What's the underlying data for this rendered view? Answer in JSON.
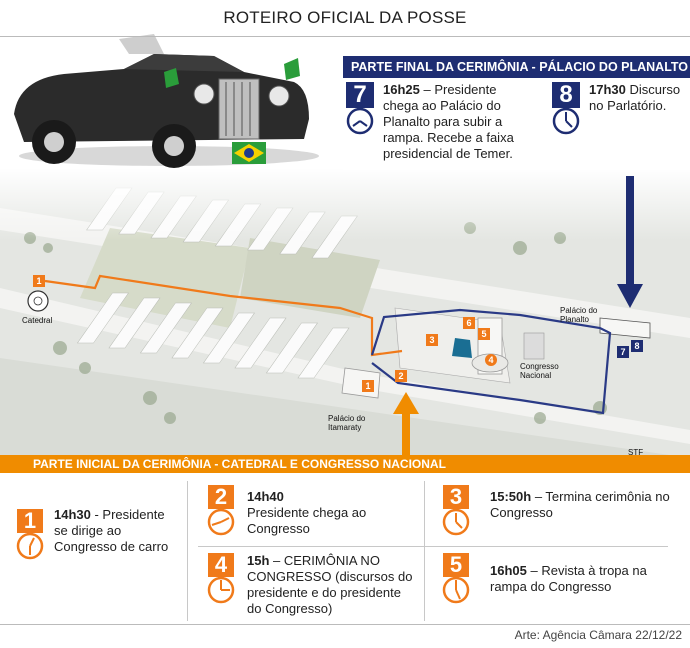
{
  "title": "ROTEIRO OFICIAL DA POSSE",
  "final_section": {
    "header": "PARTE FINAL DA CERIMÔNIA - PÁLACIO DO PLANALTO",
    "steps": [
      {
        "number": "7",
        "time": "16h25",
        "text": " – Presidente chega ao Palácio do Planalto para subir a rampa. Recebe a faixa presidencial de Temer."
      },
      {
        "number": "8",
        "time": "17h30",
        "text": " Discurso no Parlatório."
      }
    ]
  },
  "initial_section": {
    "header": "PARTE INICIAL DA CERIMÔNIA - CATEDRAL E CONGRESSO NACIONAL",
    "steps": [
      {
        "number": "1",
        "time": "14h30",
        "text": " - Presidente se dirige ao Congresso de carro"
      },
      {
        "number": "2",
        "time": "14h40",
        "text": "Presidente chega ao Congresso"
      },
      {
        "number": "3",
        "time": "15:50h",
        "text": " – Termina cerimônia no Congresso"
      },
      {
        "number": "4",
        "time": "15h",
        "text": " – CERIMÔNIA NO CONGRESSO (discursos do presidente e do presidente do Congresso)"
      },
      {
        "number": "5",
        "time": "16h05",
        "text": " – Revista à tropa na rampa do Congresso"
      }
    ]
  },
  "map": {
    "labels": {
      "catedral": "Catedral",
      "itamaraty": "Palácio do Itamaraty",
      "congresso": "Congresso Nacional",
      "planalto": "Palácio do Planalto",
      "stf": "STF"
    },
    "pins": [
      "1",
      "2",
      "3",
      "4",
      "5",
      "6",
      "7",
      "8"
    ]
  },
  "credit": "Arte: Agência Câmara 22/12/22",
  "colors": {
    "blue": "#1e2d72",
    "orange": "#f07a1a",
    "bar_orange": "#f08c00"
  }
}
